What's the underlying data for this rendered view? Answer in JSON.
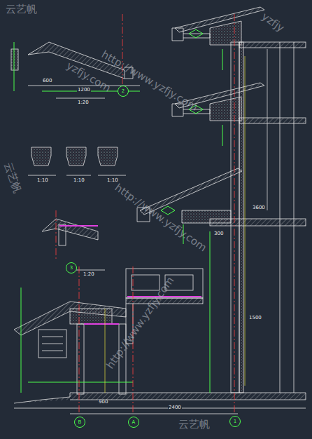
{
  "diagram": {
    "nodes": [
      {
        "text": [
          "B"
        ]
      },
      {
        "text": [
          "A"
        ]
      },
      {
        "text": [
          "1"
        ]
      },
      {
        "text": [
          "2"
        ]
      },
      {
        "text": [
          "3"
        ]
      }
    ],
    "labels": [
      "http://www.yzfjy.com",
      "云艺帆",
      "yzfjy.com",
      "http://www.yzfjy.com",
      "云艺帆",
      "http://www.yzfjy.com",
      "云艺帆",
      "yzfjy",
      "1:20",
      "1:10",
      "1:10",
      "1:10",
      "1:20",
      "3600",
      "1200",
      "600",
      "2400",
      "900",
      "300",
      "1500"
    ]
  }
}
